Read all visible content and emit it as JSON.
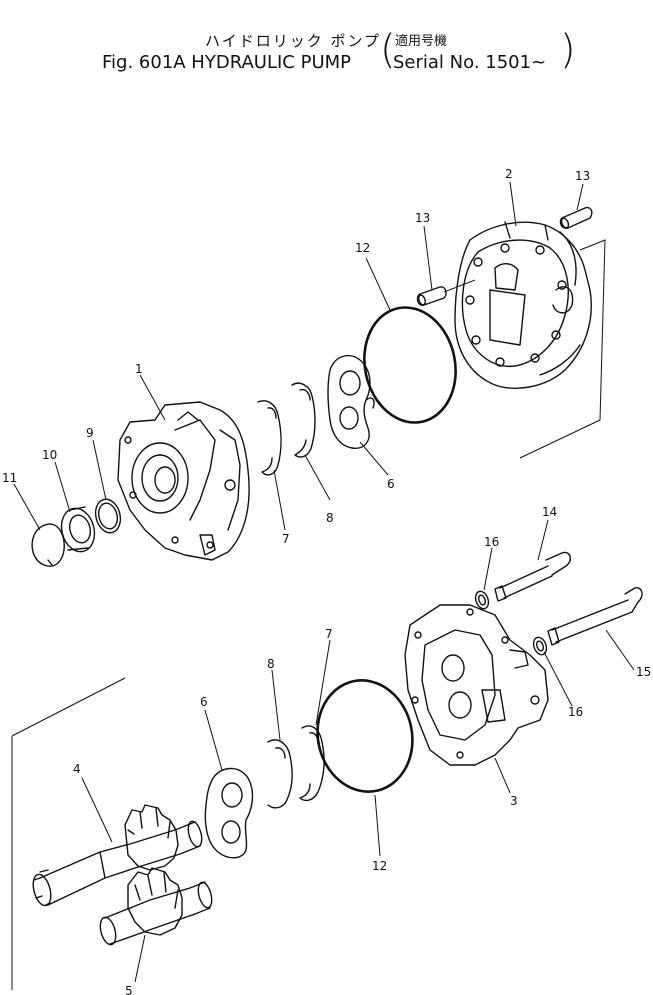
{
  "header": {
    "title_jp": "ハイドロリック ポンプ",
    "title_en": "Fig. 601A HYDRAULIC PUMP",
    "applicable_jp": "適用号機",
    "serial": "Serial No. 1501~"
  },
  "callouts": [
    "1",
    "2",
    "3",
    "4",
    "5",
    "6",
    "6",
    "7",
    "7",
    "8",
    "8",
    "9",
    "10",
    "11",
    "12",
    "12",
    "13",
    "13",
    "14",
    "15",
    "16",
    "16"
  ]
}
